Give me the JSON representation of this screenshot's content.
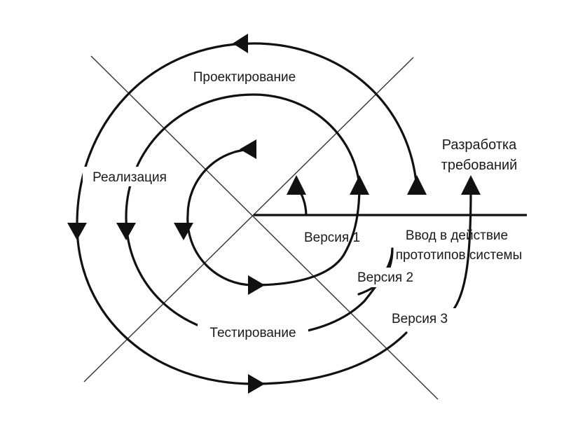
{
  "labels": {
    "design": "Проектирование",
    "implementation": "Реализация",
    "testing": "Тестирование",
    "requirements_line1": "Разработка",
    "requirements_line2": "требований",
    "version1": "Версия 1",
    "version2": "Версия 2",
    "version3": "Версия 3",
    "deploy_line1": "Ввод в действие",
    "deploy_line2": "прототипов системы"
  },
  "colors": {
    "ink": "#111111",
    "background": "#ffffff"
  }
}
